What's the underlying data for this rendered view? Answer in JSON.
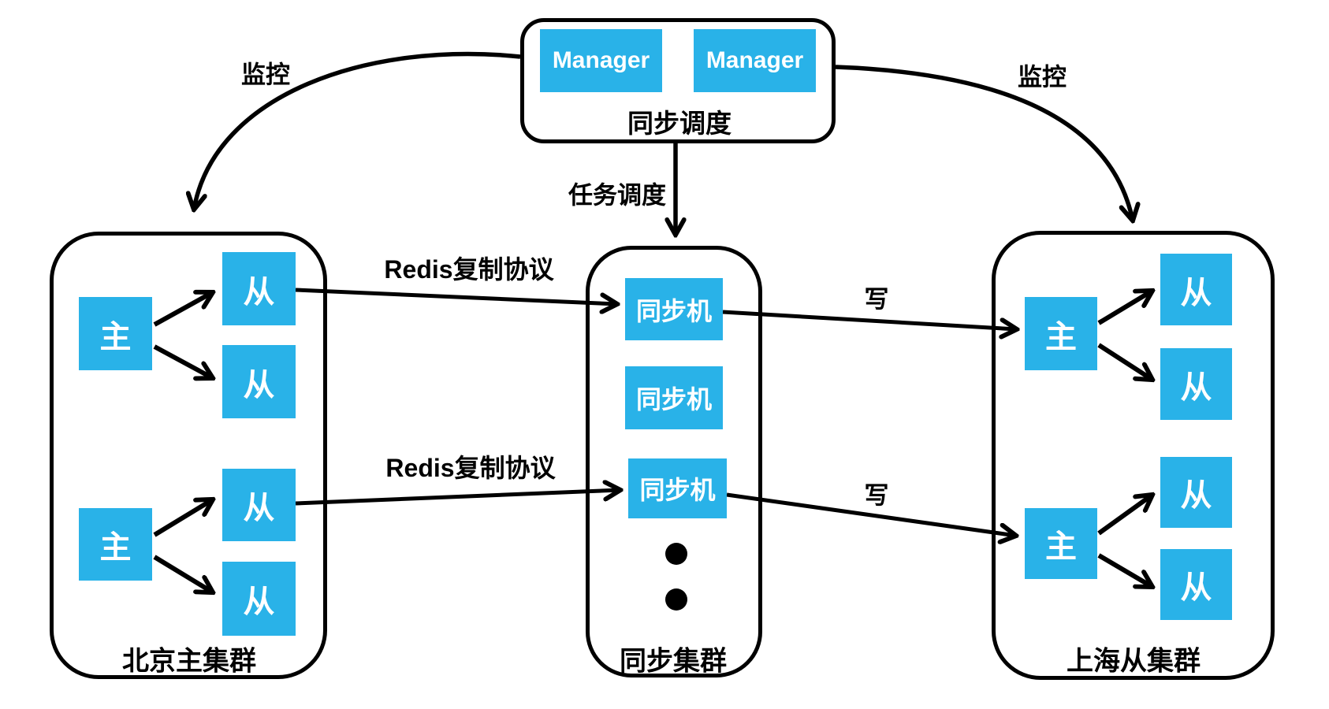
{
  "colors": {
    "node_blue": "#29B2E8",
    "line_black": "#000000",
    "node_text": "#FFFFFF",
    "background": "#FFFFFF"
  },
  "scheduler": {
    "label": "同步调度",
    "managers": [
      {
        "label": "Manager"
      },
      {
        "label": "Manager"
      }
    ]
  },
  "edges": {
    "monitor_left": {
      "label": "监控"
    },
    "monitor_right": {
      "label": "监控"
    },
    "task_schedule": {
      "label": "任务调度"
    },
    "redis_top": {
      "label": "Redis复制协议"
    },
    "redis_bottom": {
      "label": "Redis复制协议"
    },
    "write_top": {
      "label": "写"
    },
    "write_bottom": {
      "label": "写"
    }
  },
  "clusters": {
    "beijing": {
      "label": "北京主集群",
      "master_label": "主",
      "slave_label": "从"
    },
    "sync": {
      "label": "同步集群",
      "machine_label": "同步机"
    },
    "shanghai": {
      "label": "上海从集群",
      "master_label": "主",
      "slave_label": "从"
    }
  }
}
